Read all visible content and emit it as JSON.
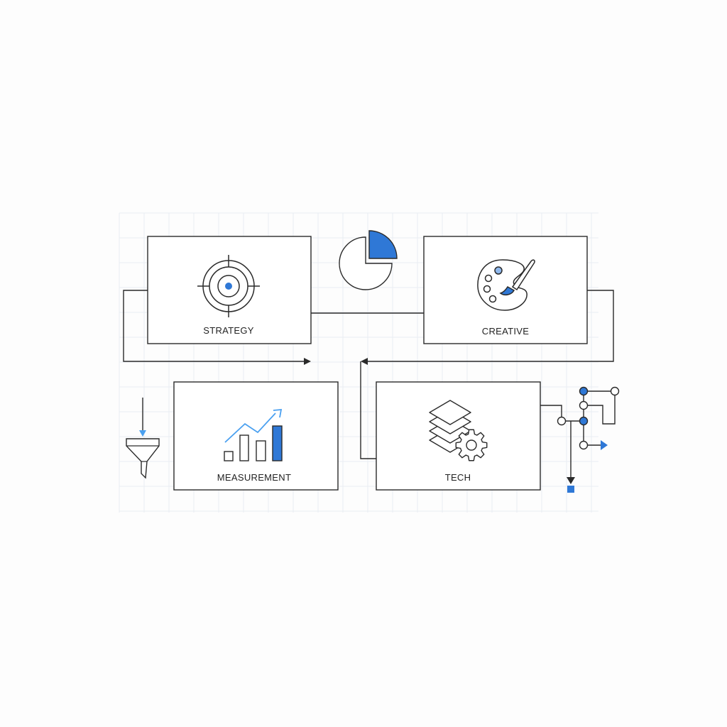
{
  "colors": {
    "background": "#fdfdfd",
    "grid": "#e9edf2",
    "stroke": "#2a2a2a",
    "accent": "#2f78d6",
    "accent_light": "#4aa0f0"
  },
  "boxes": {
    "strategy": {
      "label": "STRATEGY",
      "icon": "target-icon"
    },
    "creative": {
      "label": "CREATIVE",
      "icon": "palette-icon"
    },
    "measurement": {
      "label": "MEASUREMENT",
      "icon": "growth-chart-icon"
    },
    "tech": {
      "label": "TECH",
      "icon": "layers-gear-icon"
    }
  },
  "decorations": {
    "pie": "pie-chart-icon",
    "funnel": "funnel-icon",
    "network": "node-network-icon"
  }
}
